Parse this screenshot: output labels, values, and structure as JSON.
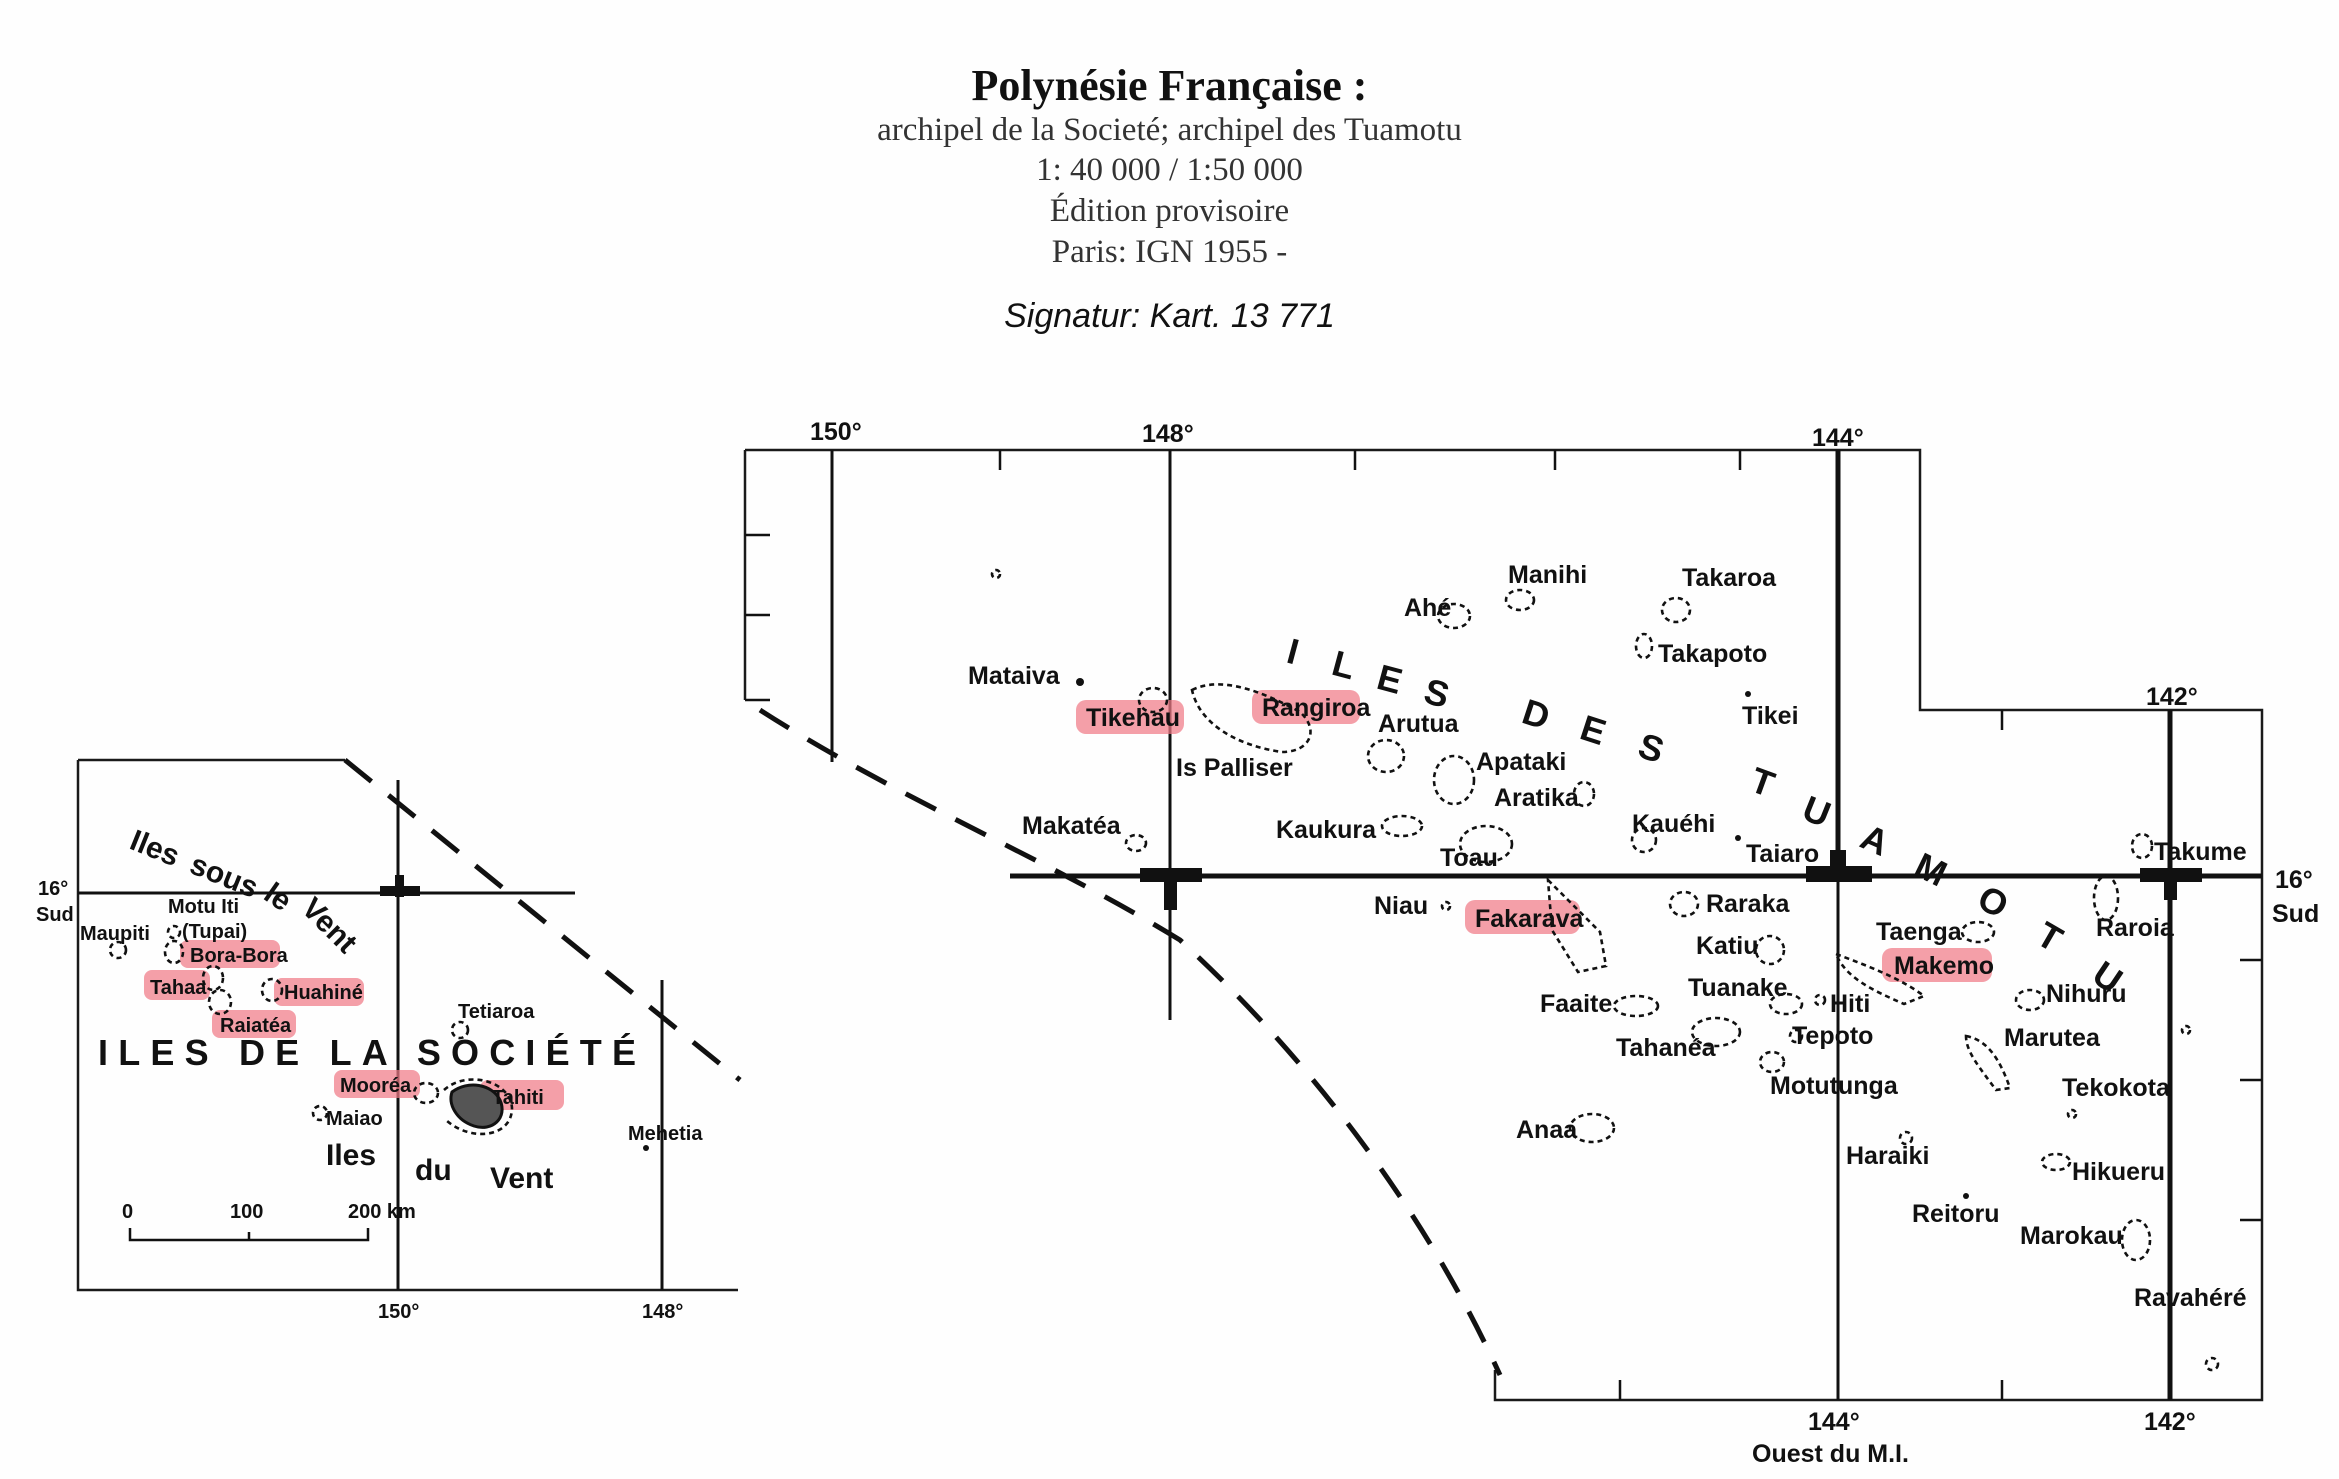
{
  "header": {
    "title": "Polynésie Française :",
    "subtitle_lines": [
      "archipel de la Societé; archipel des Tuamotu",
      "1: 40 000 / 1:50 000",
      "Édition provisoire",
      "Paris: IGN 1955 -"
    ],
    "signature": "Signatur:  Kart. 13 771"
  },
  "highlight_color": "#f07a86",
  "society_map": {
    "region_label": "ILES DE LA SOCIÉTÉ",
    "leeward_label": [
      "Iles",
      "sous",
      "le",
      "Vent"
    ],
    "windward_label": [
      "Iles",
      "du",
      "Vent"
    ],
    "islands": [
      "Maupiti",
      "Motu Iti",
      "(Tupai)",
      "Bora-Bora",
      "Tahaa",
      "Huahiné",
      "Raiatéa",
      "Tetiaroa",
      "Mooréa",
      "Tahiti",
      "Maiao",
      "Mehetia"
    ],
    "highlighted": [
      "Bora-Bora",
      "Tahaa",
      "Huahiné",
      "Raiatéa",
      "Mooréa",
      "Tahiti"
    ],
    "latitude_label": [
      "16°",
      "Sud"
    ],
    "longitude_labels": [
      "150°",
      "148°"
    ],
    "scale_bar": {
      "ticks": [
        "0",
        "100",
        "200 km"
      ]
    }
  },
  "tuamotu_map": {
    "region_label": [
      "I",
      "L",
      "E",
      "S",
      "D",
      "E",
      "S",
      "T",
      "U",
      "A",
      "M",
      "O",
      "T",
      "U"
    ],
    "islands": [
      "Manihi",
      "Takaroa",
      "Ahé",
      "Takapoto",
      "Mataiva",
      "Tikehau",
      "Rangiroa",
      "Arutua",
      "Tikei",
      "Apataki",
      "Is Palliser",
      "Aratika",
      "Makatéa",
      "Kaukura",
      "Kauéhi",
      "Toau",
      "Taiaro",
      "Takume",
      "Niau",
      "Raraka",
      "Fakarava",
      "Taenga",
      "Raroia",
      "Katiu",
      "Makemo",
      "Tuanake",
      "Hiti",
      "Nihuru",
      "Faaite",
      "Tepoto",
      "Marutea",
      "Tahanéa",
      "Motutunga",
      "Tekokota",
      "Anaa",
      "Haraiki",
      "Hikueru",
      "Reitoru",
      "Marokau",
      "Ravahéré"
    ],
    "highlighted": [
      "Tikehau",
      "Rangiroa",
      "Fakarava",
      "Makemo"
    ],
    "longitude_labels_top": [
      "150°",
      "148°",
      "144°",
      "142°"
    ],
    "longitude_labels_bottom": [
      "144°",
      "142°"
    ],
    "latitude_label": [
      "16°",
      "Sud"
    ],
    "meridian_note": "Ouest du M.I."
  }
}
